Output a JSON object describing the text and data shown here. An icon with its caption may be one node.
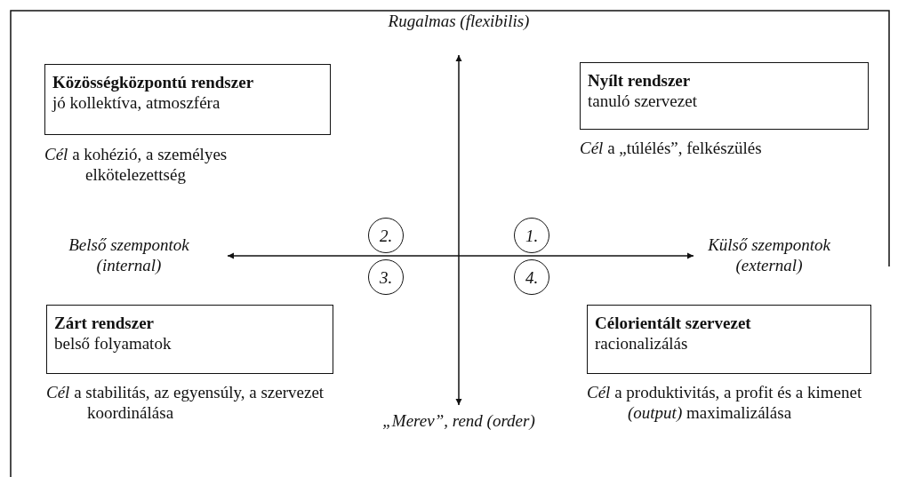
{
  "diagram": {
    "nodes": [
      {
        "text": [
          "Rugalmas (flexibilis)"
        ]
      },
      {
        "text": [
          "Közösségközpontú rendszer",
          "jó kollektíva, atmoszféra"
        ],
        "beside": [
          "*Cél* a kohézió, a személyes elkötelezettség"
        ]
      },
      {
        "text": [
          "Nyílt rendszer",
          "tanuló szervezet"
        ],
        "beside": [
          "*Cél* a „túlélés”, felkészülés"
        ]
      },
      {
        "text": [
          "2."
        ]
      },
      {
        "text": [
          "1."
        ]
      },
      {
        "text": [
          "Belső szempontok (internal)"
        ]
      },
      {
        "text": [
          "Külső szempontok (external)"
        ]
      },
      {
        "text": [
          "3."
        ]
      },
      {
        "text": [
          "4."
        ]
      },
      {
        "text": [
          "Zárt rendszer",
          "belső folyamatok"
        ],
        "beside": [
          "*Cél* a stabilitás, az egyensúly, a szervezet koordinálása"
        ]
      },
      {
        "text": [
          "Célorientált szervezet",
          "racionalizálás"
        ],
        "beside": [
          "*Cél* a produktivitás, a profit és a kimenet *(output)* maximalizálása"
        ]
      },
      {
        "text": [
          "„Merev”, rend (order)"
        ]
      }
    ],
    "edges": [
      {
        "from": null,
        "to": 0,
        "arrow": "to"
      },
      {
        "from": null,
        "to": 11,
        "arrow": "to"
      },
      {
        "from": null,
        "to": 5,
        "arrow": "to"
      },
      {
        "from": null,
        "to": 6,
        "arrow": "to"
      }
    ]
  }
}
